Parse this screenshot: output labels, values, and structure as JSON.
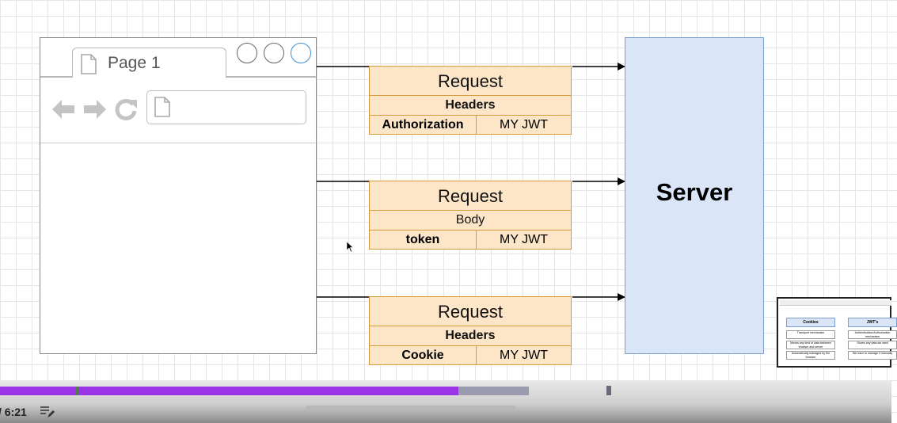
{
  "browser": {
    "tab_title": "Page 1",
    "icons": [
      "page-icon",
      "back-arrow-icon",
      "forward-arrow-icon",
      "reload-icon",
      "window-button-icon"
    ]
  },
  "requests": [
    {
      "title": "Request",
      "section": "Headers",
      "section_bold": true,
      "key": "Authorization",
      "value": "MY JWT"
    },
    {
      "title": "Request",
      "section": "Body",
      "section_bold": false,
      "key": "token",
      "value": "MY JWT"
    },
    {
      "title": "Request",
      "section": "Headers",
      "section_bold": true,
      "key": "Cookie",
      "value": "MY JWT"
    }
  ],
  "server": {
    "label": "Server"
  },
  "thumbnail": {
    "left_header": "Cookies",
    "right_header": "JWT's",
    "left_items": [
      "Transport mechanism",
      "Moves any kind of data between browser and server",
      "Automatically managed by the browser"
    ],
    "right_items": [
      "Authentication/Authorization mechanism",
      "Stores any data we want",
      "We have to manage it manually"
    ]
  },
  "player": {
    "time": "/ 6:21",
    "progress_fraction": 0.514,
    "buffered_fraction": 0.593,
    "colors": {
      "played": "#9a35e6",
      "buffered": "#9b9bb0",
      "marker": "#6a6a7a"
    }
  },
  "colors": {
    "request_fill": "#fde6c8",
    "request_stroke": "#d89b3b",
    "server_fill": "#dae6f8",
    "server_stroke": "#7d9fd0",
    "accent_button": "#3d8fd6"
  }
}
